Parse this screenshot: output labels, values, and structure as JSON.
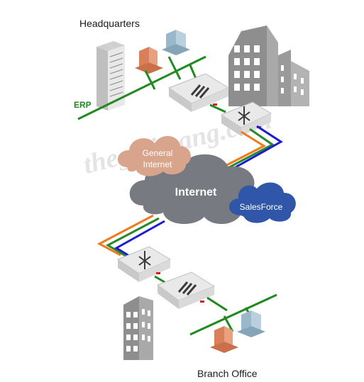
{
  "labels": {
    "headquarters": "Headquarters",
    "erp": "ERP",
    "general_internet_line1": "General",
    "general_internet_line2": "Internet",
    "internet": "Internet",
    "salesforce": "SalesForce",
    "branch_office": "Branch Office",
    "watermark": "thegioimang.com"
  },
  "colors": {
    "lan_green": "#1f8a1f",
    "link_orange": "#f07a1e",
    "link_green": "#2a8a2a",
    "link_blue": "#1c1cd0",
    "internet_cloud": "#777a80",
    "general_cloud": "#d9a48c",
    "salesforce_cloud": "#2f56a8",
    "building": "#8e8e8e",
    "pc_orange": "#d9805a",
    "pc_blue": "#9ab8cc"
  },
  "icons": [
    "server-icon",
    "pc-icon",
    "building-icon",
    "router-icon",
    "firewall-icon",
    "cloud-icon"
  ]
}
